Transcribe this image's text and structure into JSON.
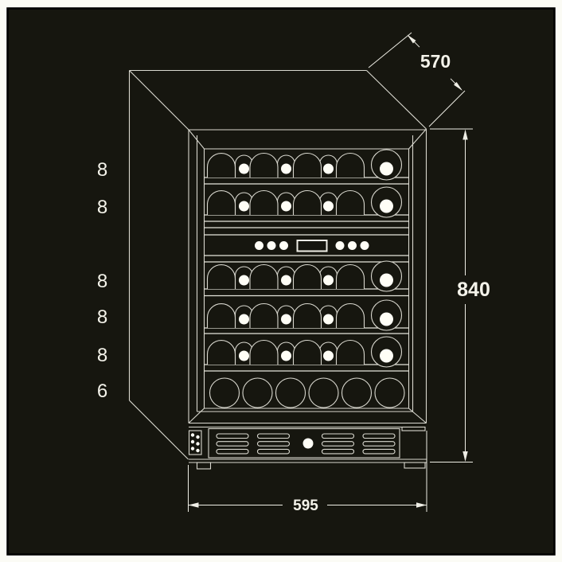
{
  "dimensions": {
    "depth_mm": "570",
    "height_mm": "840",
    "width_mm": "595"
  },
  "shelf_capacities": [
    "8",
    "8",
    "8",
    "8",
    "8",
    "6"
  ]
}
